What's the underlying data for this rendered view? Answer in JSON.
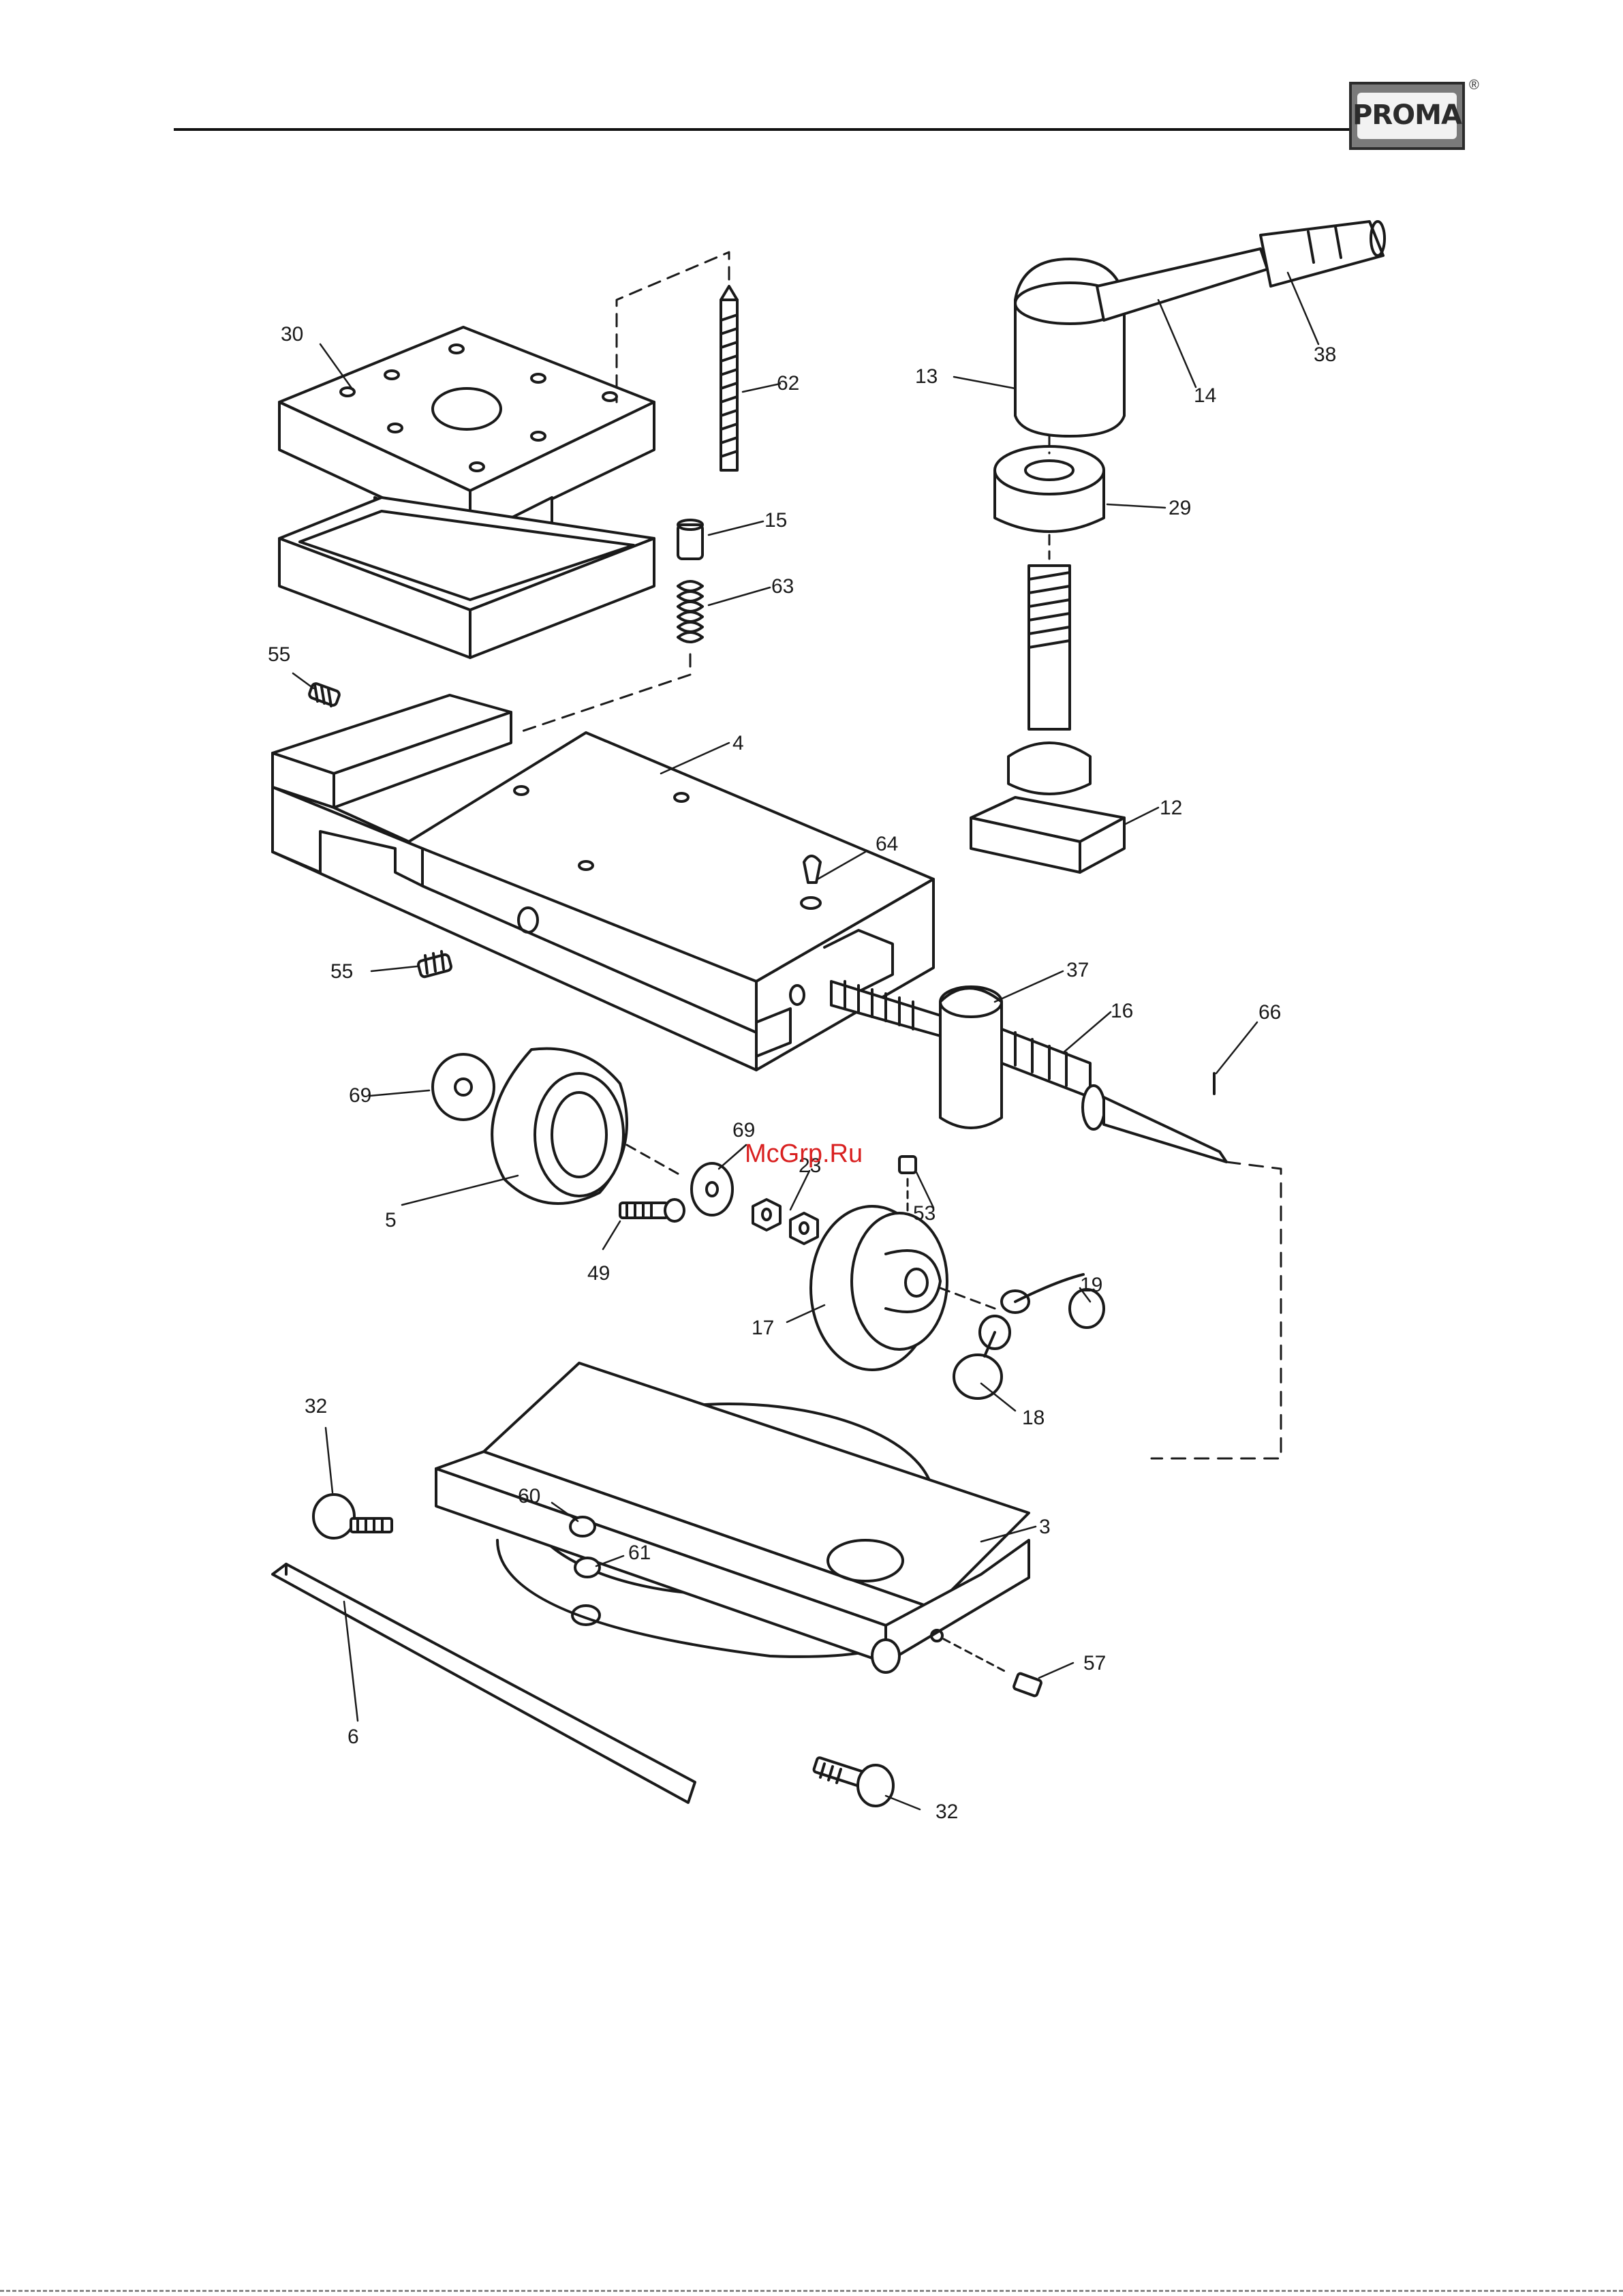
{
  "brand": {
    "logo_text": "PROMA",
    "registered_mark": "®"
  },
  "watermark": "McGrp.Ru",
  "labels": {
    "l30": "30",
    "l62": "62",
    "l15": "15",
    "l63": "63",
    "l55a": "55",
    "l4": "4",
    "l64": "64",
    "l55b": "55",
    "l13": "13",
    "l14": "14",
    "l38": "38",
    "l29": "29",
    "l12": "12",
    "l37": "37",
    "l16": "16",
    "l66": "66",
    "l69a": "69",
    "l5": "5",
    "l69b": "69",
    "l23": "23",
    "l53": "53",
    "l49": "49",
    "l17": "17",
    "l19": "19",
    "l18": "18",
    "l32a": "32",
    "l60": "60",
    "l61": "61",
    "l3": "3",
    "l57": "57",
    "l6": "6",
    "l32b": "32"
  }
}
